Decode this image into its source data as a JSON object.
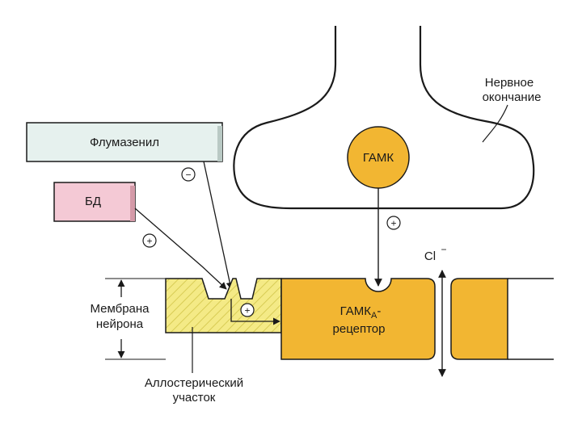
{
  "labels": {
    "flumazenil": "Флумазенил",
    "bd": "БД",
    "gaba": "ГАМК",
    "nerve_ending_line1": "Нервное",
    "nerve_ending_line2": "окончание",
    "membrane_line1": "Мембрана",
    "membrane_line2": "нейрона",
    "receptor_main": "ГАМК",
    "receptor_sub": "А",
    "receptor_suffix": "-",
    "receptor_line2": "рецептор",
    "allosteric_line1": "Аллостерический",
    "allosteric_line2": "участок",
    "chloride": "Cl",
    "chloride_charge": "−"
  },
  "signs": {
    "minus": "−",
    "plus": "+"
  },
  "colors": {
    "receptor_fill": "#f2b632",
    "gaba_fill": "#f2b632",
    "allosteric_fill": "#f4ea86",
    "flumazenil_box_fill": "#e6f1ee",
    "bd_box_fill": "#f4c9d5",
    "stroke": "#1a1a1a"
  }
}
